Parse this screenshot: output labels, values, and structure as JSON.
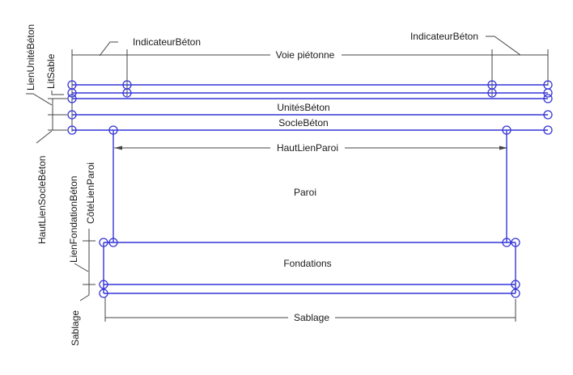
{
  "diagram": {
    "colors": {
      "structure_blue": "#3535d8",
      "annotation_gray": "#444444",
      "text_black": "#1a1a1a",
      "background": "#ffffff"
    },
    "labels": {
      "rotated_left": {
        "lien_unite_beton": "LienUnitéBéton",
        "lit_sable": "LitSable",
        "haut_lien_socle_beton": "HautLienSocleBéton",
        "lien_fondation_beton": "LienFondationBéton",
        "cote_lien_paroi": "CôtéLienParoi",
        "sablage": "Sablage"
      },
      "callouts": {
        "indicateur_beton_left": "IndicateurBéton",
        "indicateur_beton_right": "IndicateurBéton"
      },
      "layers": {
        "voie_pietonne": "Voie piétonne",
        "unites_beton": "UnitésBéton",
        "socle_beton": "SocleBéton",
        "haut_lien_paroi": "HautLienParoi",
        "paroi": "Paroi",
        "fondations": "Fondations",
        "sablage_dim": "Sablage"
      }
    }
  }
}
